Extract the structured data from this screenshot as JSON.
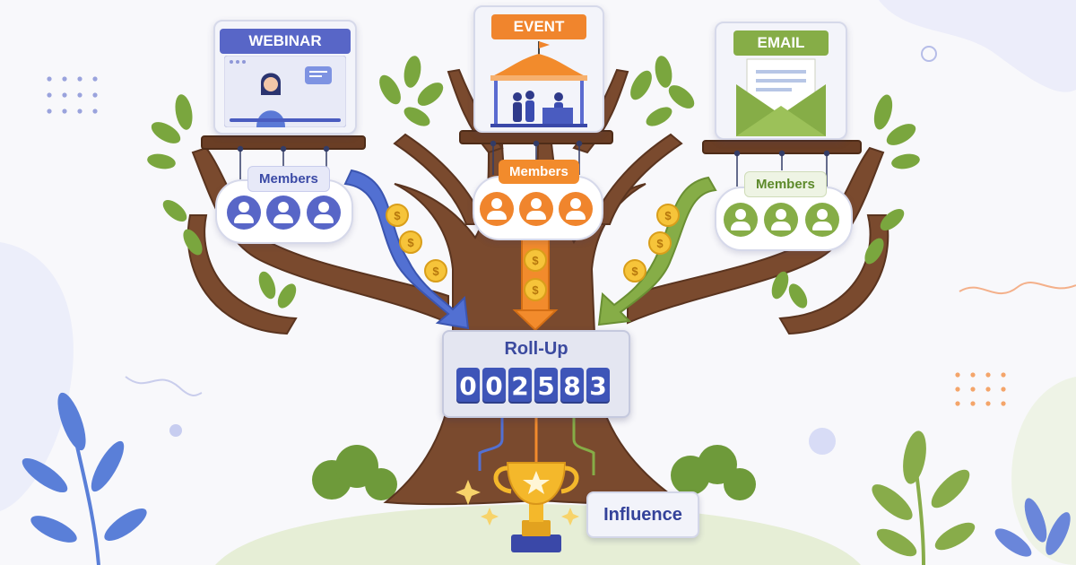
{
  "channels": {
    "webinar": {
      "label": "WEBINAR",
      "members_label": "Members",
      "color": "#5866c7"
    },
    "event": {
      "label": "EVENT",
      "members_label": "Members",
      "color": "#f0852d"
    },
    "email": {
      "label": "EMAIL",
      "members_label": "Members",
      "color": "#86ad47"
    }
  },
  "rollup": {
    "title": "Roll-Up",
    "digits": [
      "0",
      "0",
      "2",
      "5",
      "8",
      "3"
    ]
  },
  "influence": {
    "label": "Influence"
  },
  "coin_symbol": "$",
  "colors": {
    "trunk": "#7a4a2e",
    "trunk_dark": "#5a341f",
    "leaf": "#7aa63e",
    "trophy": "#f4b82b",
    "trophy_base": "#3a48a8"
  }
}
